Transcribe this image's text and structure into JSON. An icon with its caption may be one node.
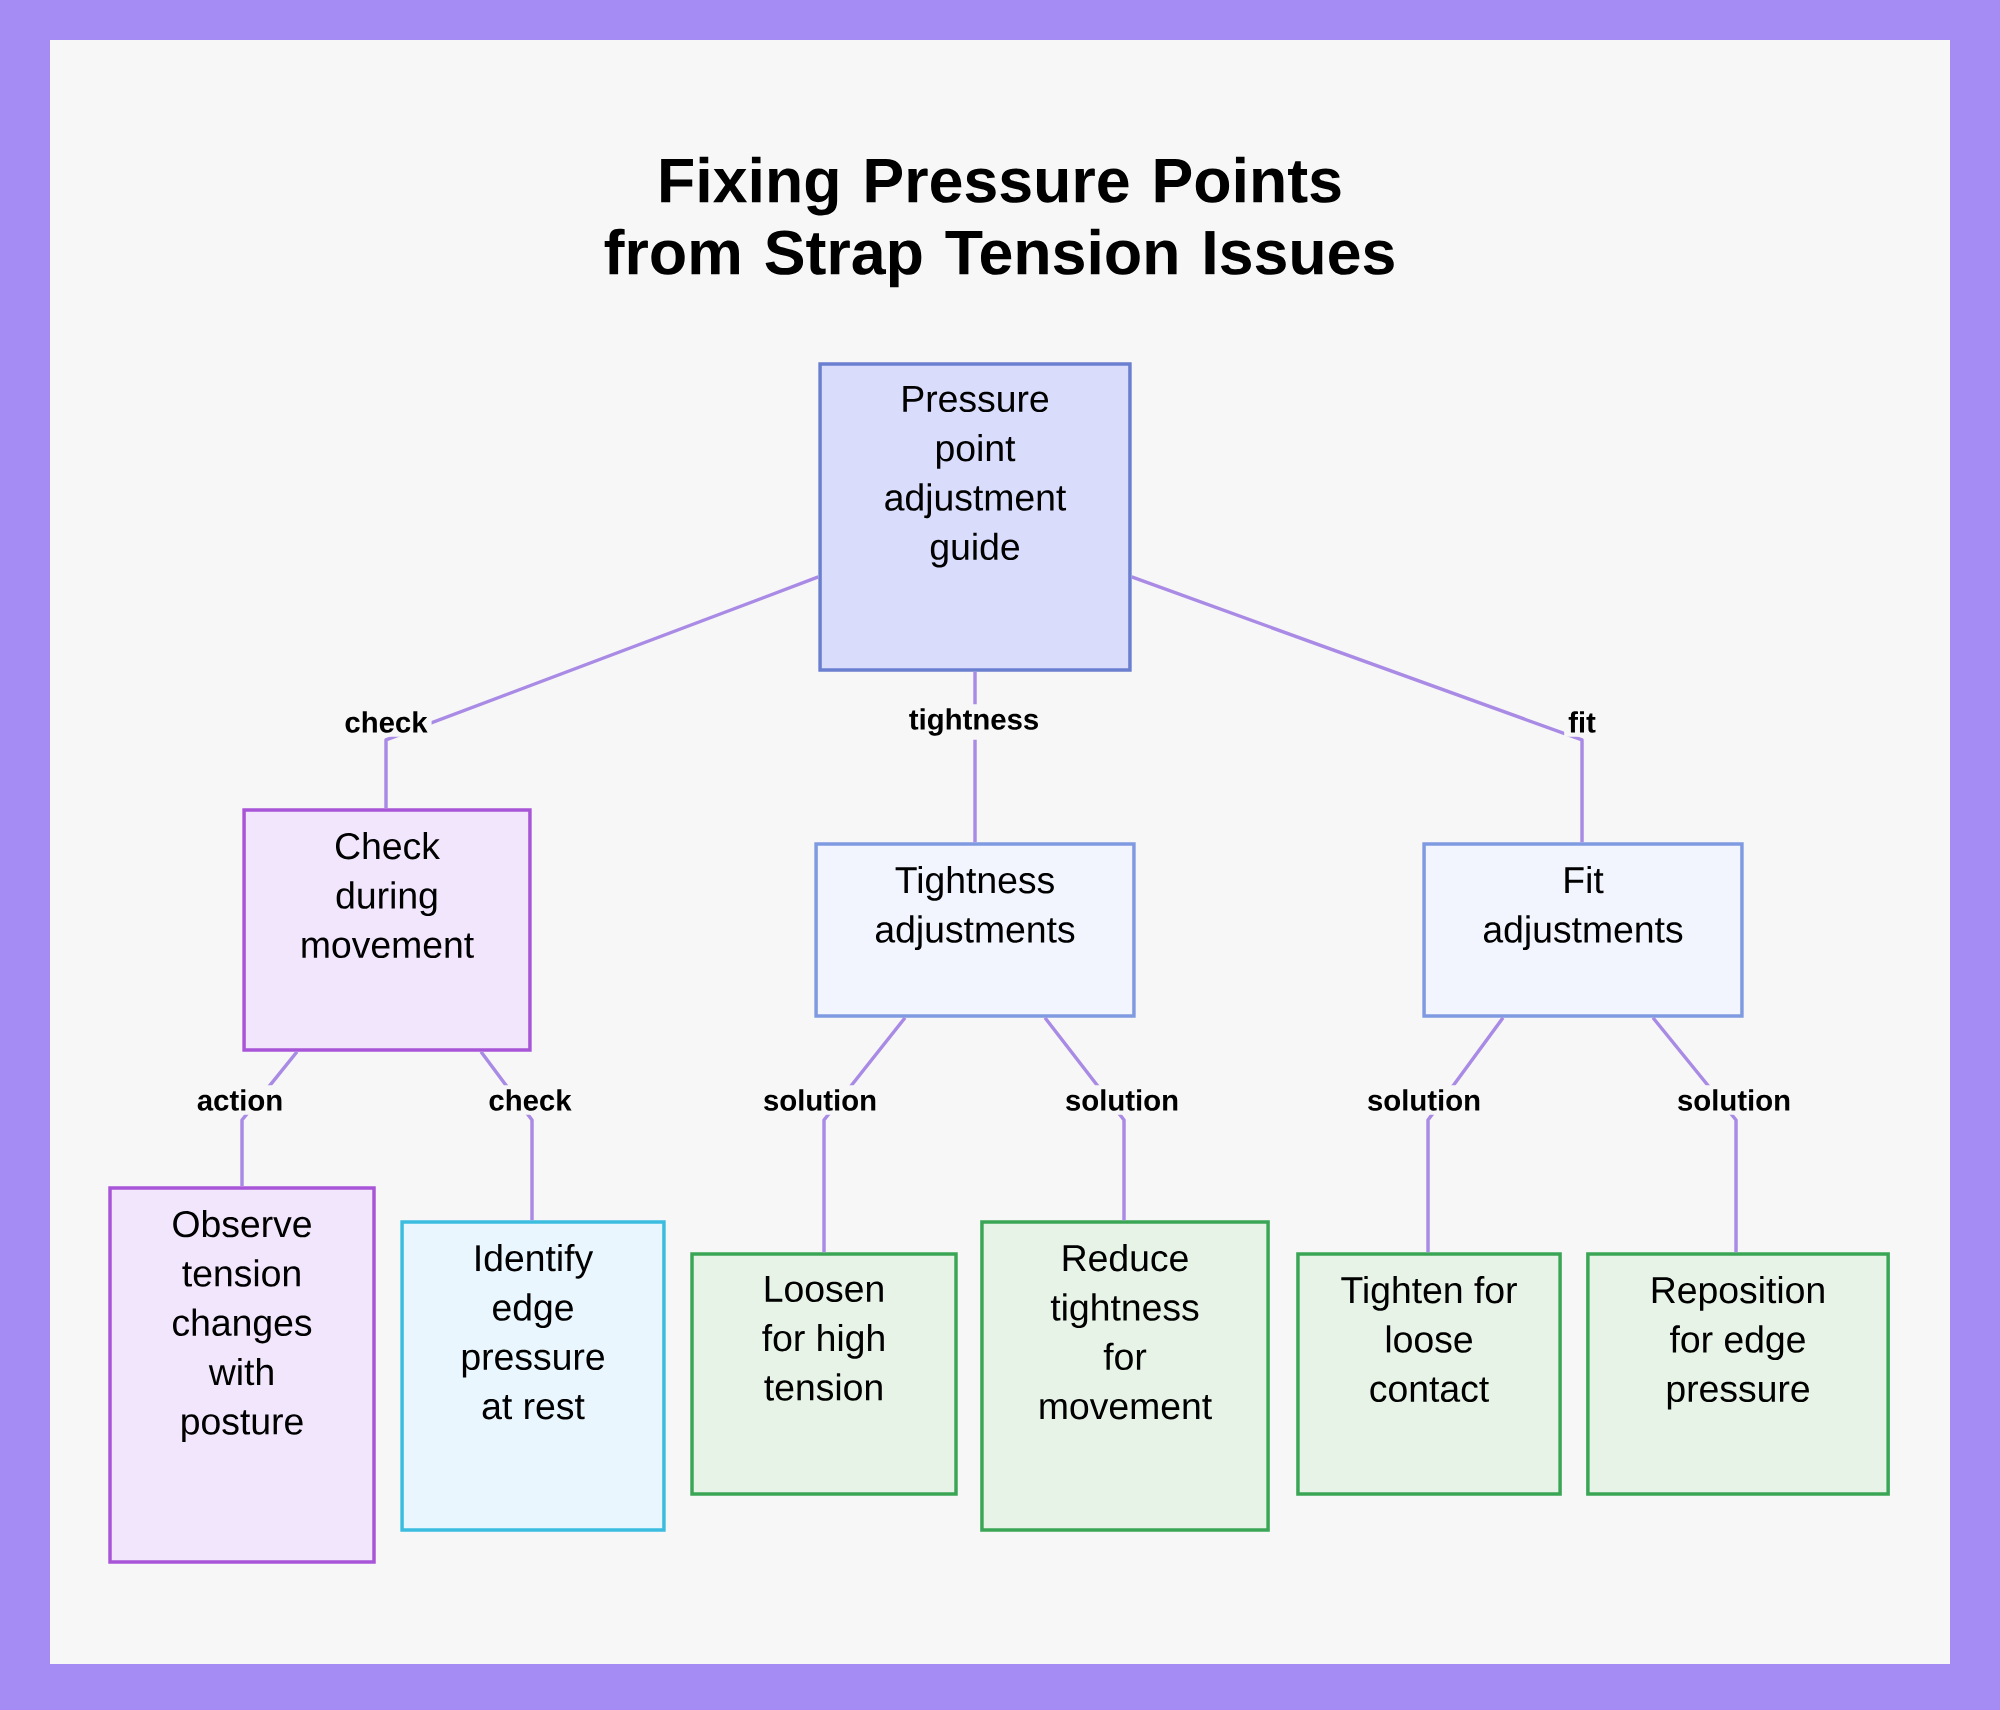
{
  "diagram": {
    "title": "Fixing Pressure Points from Strap Tension Issues",
    "nodes": [
      {
        "text": [
          "Pressure point adjustment guide"
        ]
      },
      {
        "text": [
          "Check during movement"
        ]
      },
      {
        "text": [
          "Tightness adjustments"
        ]
      },
      {
        "text": [
          "Fit adjustments"
        ]
      },
      {
        "text": [
          "Observe tension changes with posture"
        ]
      },
      {
        "text": [
          "Identify edge pressure at rest"
        ]
      },
      {
        "text": [
          "Loosen for high tension"
        ]
      },
      {
        "text": [
          "Reduce tightness for movement"
        ]
      },
      {
        "text": [
          "Tighten for loose contact"
        ]
      },
      {
        "text": [
          "Reposition for edge pressure"
        ]
      }
    ],
    "edges": [
      {
        "from": 0,
        "to": 1,
        "arrow": "none",
        "label": "check"
      },
      {
        "from": 0,
        "to": 2,
        "arrow": "none",
        "label": "tightness"
      },
      {
        "from": 0,
        "to": 3,
        "arrow": "none",
        "label": "fit"
      },
      {
        "from": 1,
        "to": 4,
        "arrow": "none",
        "label": "action"
      },
      {
        "from": 1,
        "to": 5,
        "arrow": "none",
        "label": "check"
      },
      {
        "from": 2,
        "to": 6,
        "arrow": "none",
        "label": "solution"
      },
      {
        "from": 2,
        "to": 7,
        "arrow": "none",
        "label": "solution"
      },
      {
        "from": 3,
        "to": 8,
        "arrow": "none",
        "label": "solution"
      },
      {
        "from": 3,
        "to": 9,
        "arrow": "none",
        "label": "solution"
      }
    ]
  }
}
